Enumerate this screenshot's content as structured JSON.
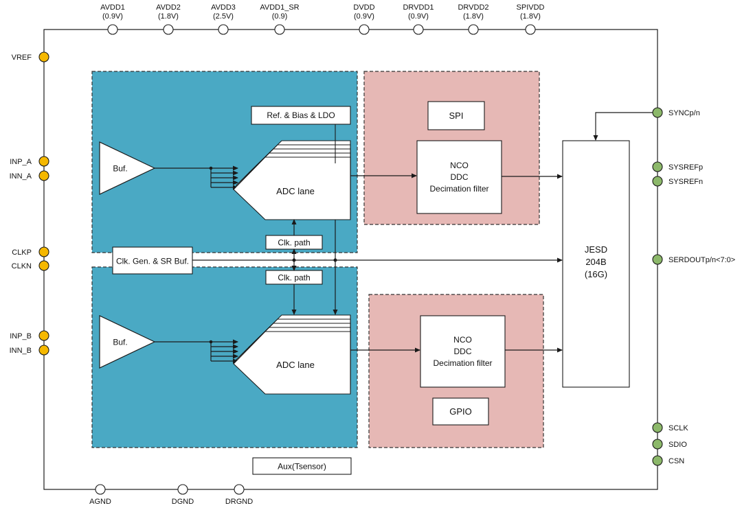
{
  "colors": {
    "analog_block": "#4aa9c4",
    "digital_block": "#e6b8b5",
    "pin_analog": "#f5b800",
    "pin_digital": "#8cb86a",
    "pin_power": "#ffffff",
    "line": "#1a1a1a"
  },
  "top_pins": [
    {
      "name": "AVDD1",
      "value": "(0.9V)"
    },
    {
      "name": "AVDD2",
      "value": "(1.8V)"
    },
    {
      "name": "AVDD3",
      "value": "(2.5V)"
    },
    {
      "name": "AVDD1_SR",
      "value": "(0.9)"
    },
    {
      "name": "DVDD",
      "value": "(0.9V)"
    },
    {
      "name": "DRVDD1",
      "value": "(0.9V)"
    },
    {
      "name": "DRVDD2",
      "value": "(1.8V)"
    },
    {
      "name": "SPIVDD",
      "value": "(1.8V)"
    }
  ],
  "bottom_pins": [
    "AGND",
    "DGND",
    "DRGND"
  ],
  "left_pins": [
    "VREF",
    "INP_A",
    "INN_A",
    "CLKP",
    "CLKN",
    "INP_B",
    "INN_B"
  ],
  "right_pins": [
    "SYNCp/n",
    "SYSREFp",
    "SYSREFn",
    "SERDOUTp/n<7:0>",
    "SCLK",
    "SDIO",
    "CSN"
  ],
  "blocks": {
    "ref_bias": "Ref. & Bias & LDO",
    "spi": "SPI",
    "buf_a": "Buf.",
    "buf_b": "Buf.",
    "adc_a": "ADC lane",
    "adc_b": "ADC lane",
    "clk_path_a": "Clk. path",
    "clk_path_b": "Clk. path",
    "clk_gen": "Clk. Gen. & SR Buf.",
    "dsp_a": [
      "NCO",
      "DDC",
      "Decimation filter"
    ],
    "dsp_b": [
      "NCO",
      "DDC",
      "Decimation filter"
    ],
    "jesd": [
      "JESD",
      "204B",
      "(16G)"
    ],
    "gpio": "GPIO",
    "aux": "Aux(Tsensor)"
  }
}
